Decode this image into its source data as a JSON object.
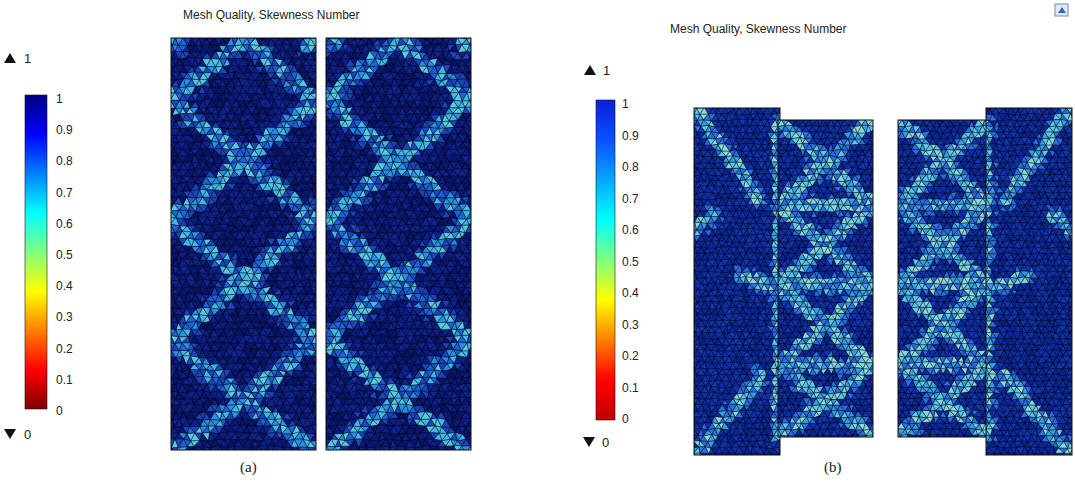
{
  "diagram": {
    "labels": [
      "Mesh Quality, Skewness Number",
      "1",
      "1",
      "0.9",
      "0.8",
      "0.7",
      "0.6",
      "0.5",
      "0.4",
      "0.3",
      "0.2",
      "0.1",
      "0",
      "0",
      "(a)",
      "Mesh Quality, Skewness Number",
      "1",
      "1",
      "0.9",
      "0.8",
      "0.7",
      "0.6",
      "0.5",
      "0.4",
      "0.3",
      "0.2",
      "0.1",
      "0",
      "0",
      "(b)"
    ]
  }
}
